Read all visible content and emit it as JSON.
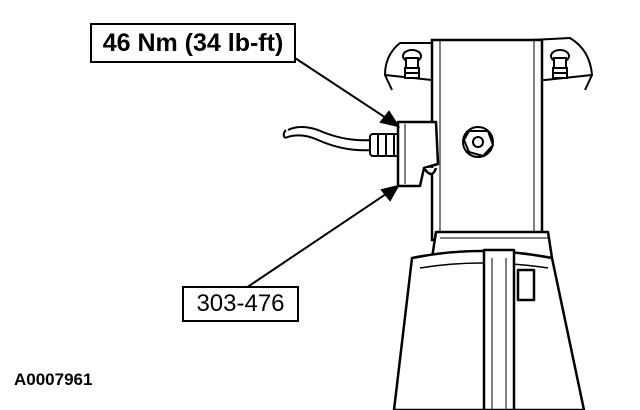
{
  "callouts": {
    "torque_spec": "46 Nm (34 lb-ft)",
    "special_tool": "303-476"
  },
  "figure_id": "A0007961",
  "colors": {
    "line": "#000000",
    "background": "#ffffff"
  }
}
